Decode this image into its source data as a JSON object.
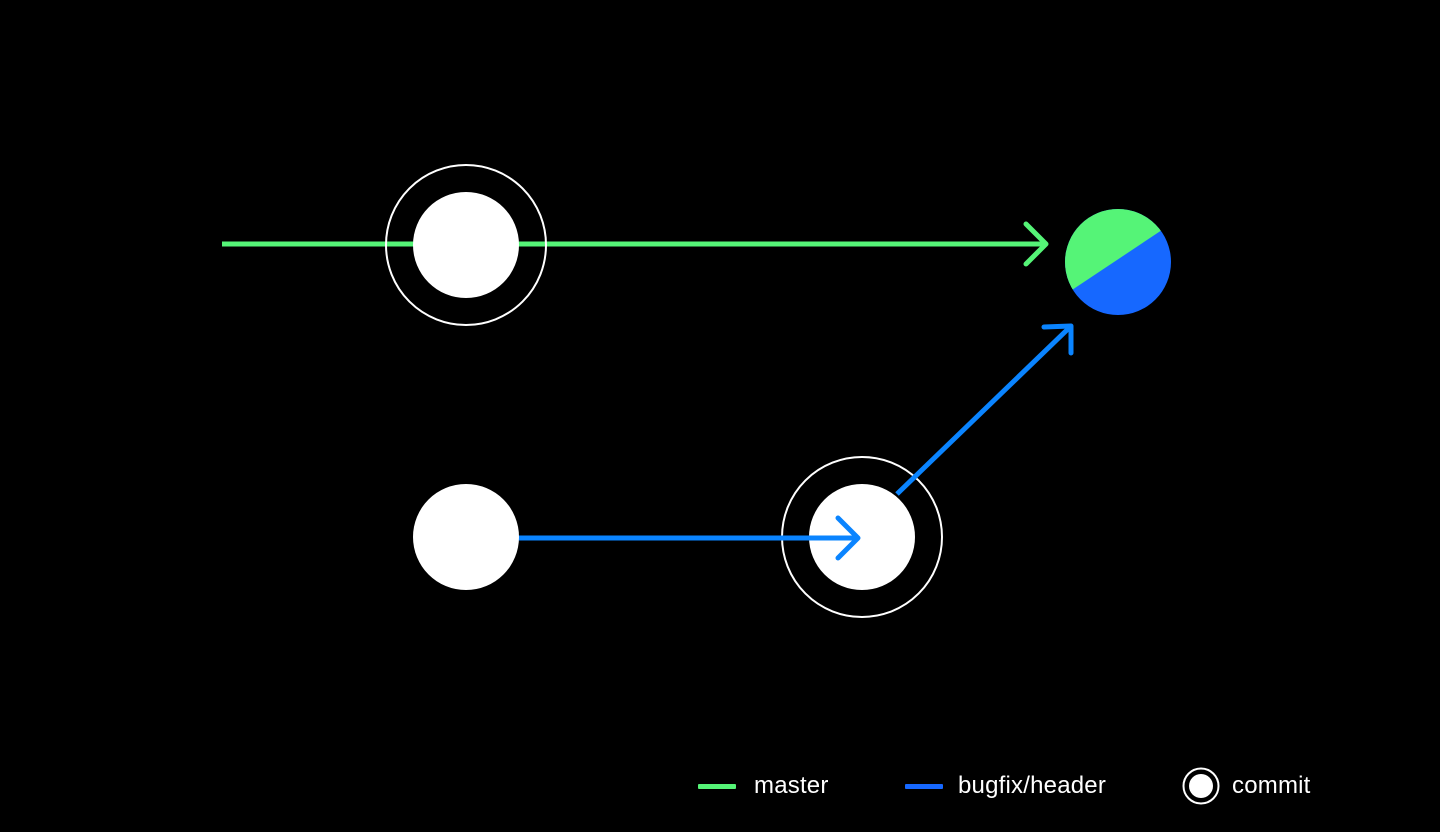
{
  "colors": {
    "background": "#000000",
    "master": "#55f477",
    "bugfix": "#1668ff",
    "bugfix_arrow": "#0a84ff",
    "commit_fill": "#ffffff",
    "commit_ring": "#ffffff"
  },
  "legend": {
    "master_label": "master",
    "bugfix_label": "bugfix/header",
    "commit_label": "commit"
  }
}
